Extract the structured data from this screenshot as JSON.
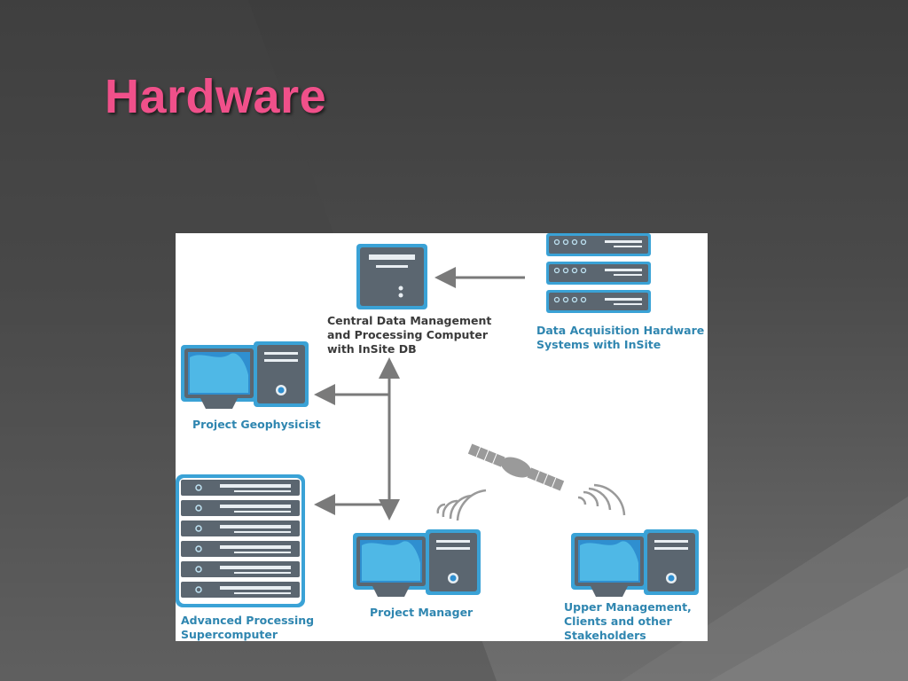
{
  "slide": {
    "title": "Hardware"
  },
  "diagram": {
    "nodes": {
      "central": "Central Data Management\nand Processing Computer\nwith InSite DB",
      "acquisition": "Data Acquisition Hardware\nSystems with InSite",
      "geophysicist": "Project Geophysicist",
      "supercomputer": "Advanced Processing\nSupercomputer",
      "manager": "Project Manager",
      "upper": "Upper Management,\nClients and other\nStakeholders"
    },
    "colors": {
      "title": "#f0508a",
      "label_dark": "#3a3a3a",
      "label_blue": "#2f86b0",
      "device_body": "#5b6670",
      "device_outline": "#3aa2d6",
      "arrow": "#7a7a7a"
    }
  }
}
